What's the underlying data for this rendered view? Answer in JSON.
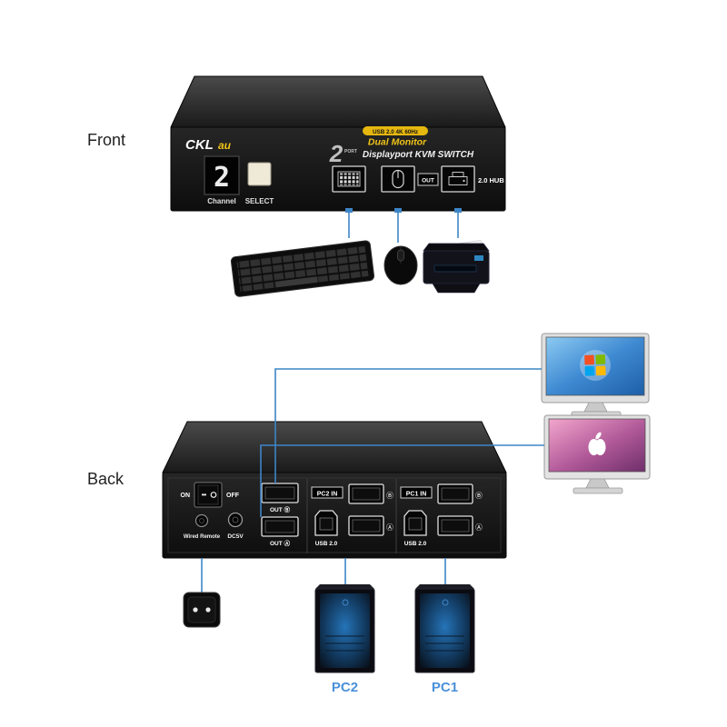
{
  "labels": {
    "front_section": "Front",
    "back_section": "Back"
  },
  "front_device": {
    "brand_ckl": "CKL",
    "brand_au": "au",
    "badge": "USB 2.0 4K 60Hz",
    "tagline": "Dual Monitor",
    "product_line": "Displayport  KVM  SWITCH",
    "port_count": "2",
    "port_word": "PORT",
    "channel_value": "2",
    "channel_label": "Channel",
    "select_label": "SELECT",
    "out_label": "OUT",
    "hub_label": "2.0 HUB"
  },
  "back_device": {
    "on": "ON",
    "off": "OFF",
    "wired_remote": "Wired Remote",
    "power": "DC5V",
    "out_b": "OUT Ⓑ",
    "out_a": "OUT Ⓐ",
    "pc2_in": "PC2 IN",
    "pc1_in": "PC1 IN",
    "usb_pc2": "USB 2.0",
    "usb_pc1": "USB 2.0",
    "circle_b": "Ⓑ",
    "circle_a": "Ⓐ"
  },
  "computers": {
    "pc2": "PC2",
    "pc1": "PC1"
  },
  "colors": {
    "cable_blue": "#3d85c6",
    "accent_yellow": "#f0c419",
    "pc_label_blue": "#4a90d9",
    "device_black": "#101010"
  }
}
